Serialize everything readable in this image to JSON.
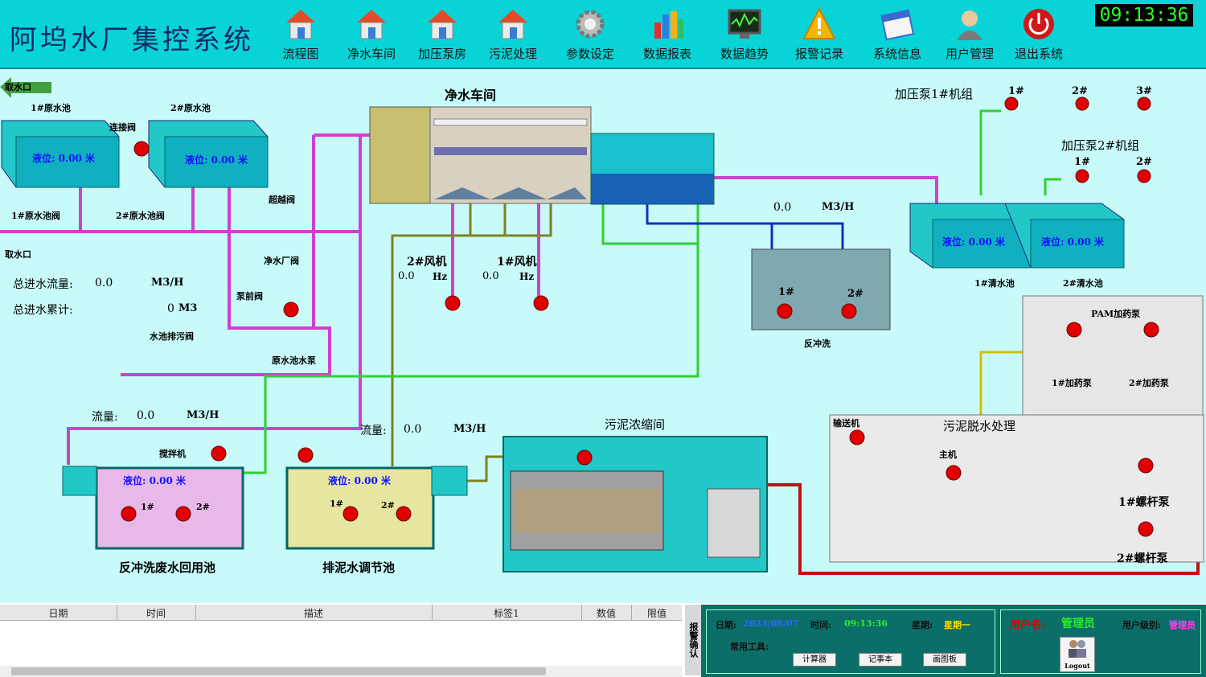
{
  "app": {
    "title": "阿坞水厂集控系统",
    "clock": "09:13:36"
  },
  "nav": [
    "流程图",
    "净水车间",
    "加压泵房",
    "污泥处理",
    "参数设定",
    "数据报表",
    "数据趋势",
    "报警记录",
    "系统信息",
    "用户管理",
    "退出系统"
  ],
  "colors": {
    "header": "#08d4d8",
    "canvas": "#c8fafa",
    "pipe_magenta": "#d040d0",
    "pipe_green": "#30d030",
    "pipe_blue": "#1030c0",
    "pipe_olive": "#808020",
    "pipe_red": "#c01010",
    "pipe_yellow": "#d0c000",
    "status_red": "#e00000"
  },
  "process": {
    "intake_btn": "取水口",
    "intake_label": "取水口",
    "raw_pool_1": "1#原水池",
    "raw_pool_2": "2#原水池",
    "link_valve": "连接阀",
    "level_text": "液位: 0.00 米",
    "raw_valve_1": "1#原水池阀",
    "raw_valve_2": "2#原水池阀",
    "bypass_valve": "超越阀",
    "clean_valve": "净水厂阀",
    "pre_pump_valve": "泵前阀",
    "pool_drain_valve": "水池排污阀",
    "raw_pump": "原水池水泵",
    "total_flow_label": "总进水流量:",
    "total_flow_value": "0.0",
    "total_flow_unit": "M3/H",
    "total_sum_label": "总进水累计:",
    "total_sum_value": "0",
    "total_sum_unit": "M3",
    "workshop_title": "净水车间",
    "fan2": "2#风机",
    "fan1": "1#风机",
    "fan2_hz": "0.0",
    "fan1_hz": "0.0",
    "hz": "Hz",
    "backwash_flow": "0.0",
    "backwash_unit": "M3/H",
    "backwash_title": "反冲洗",
    "p1": "1#",
    "p2": "2#",
    "p3": "3#",
    "booster1": "加压泵1#机组",
    "booster2": "加压泵2#机组",
    "clear_pool_1": "1#清水池",
    "clear_pool_2": "2#清水池",
    "pam_title": "PAM加药泵",
    "dose1": "1#加药泵",
    "dose2": "2#加药泵",
    "flow_label": "流量:",
    "flow1_value": "0.0",
    "flow2_value": "0.0",
    "flow_unit": "M3/H",
    "mixer": "搅拌机",
    "backwash_pool": "反冲洗废水回用池",
    "sludge_adjust_pool": "排泥水调节池",
    "thickener_title": "污泥浓缩间",
    "dewater_title": "污泥脱水处理",
    "conveyor": "输送机",
    "main_machine": "主机",
    "screw1": "1#螺杆泵",
    "screw2": "2#螺杆泵"
  },
  "alarm": {
    "columns": [
      "日期",
      "时间",
      "描述",
      "标签1",
      "数值",
      "限值"
    ],
    "confirm": "报警确认"
  },
  "status": {
    "date_label": "日期:",
    "date_value": "2023/08/07",
    "time_label": "时间:",
    "time_value": "09:13:36",
    "week_label": "星期:",
    "week_value": "星期一",
    "user_label": "用户名:",
    "user_value": "管理员",
    "level_label": "用户级别:",
    "level_value": "管理员",
    "tools_label": "常用工具:",
    "btn_calc": "计算器",
    "btn_notepad": "记事本",
    "btn_paint": "画图板",
    "logout": "Logout"
  }
}
